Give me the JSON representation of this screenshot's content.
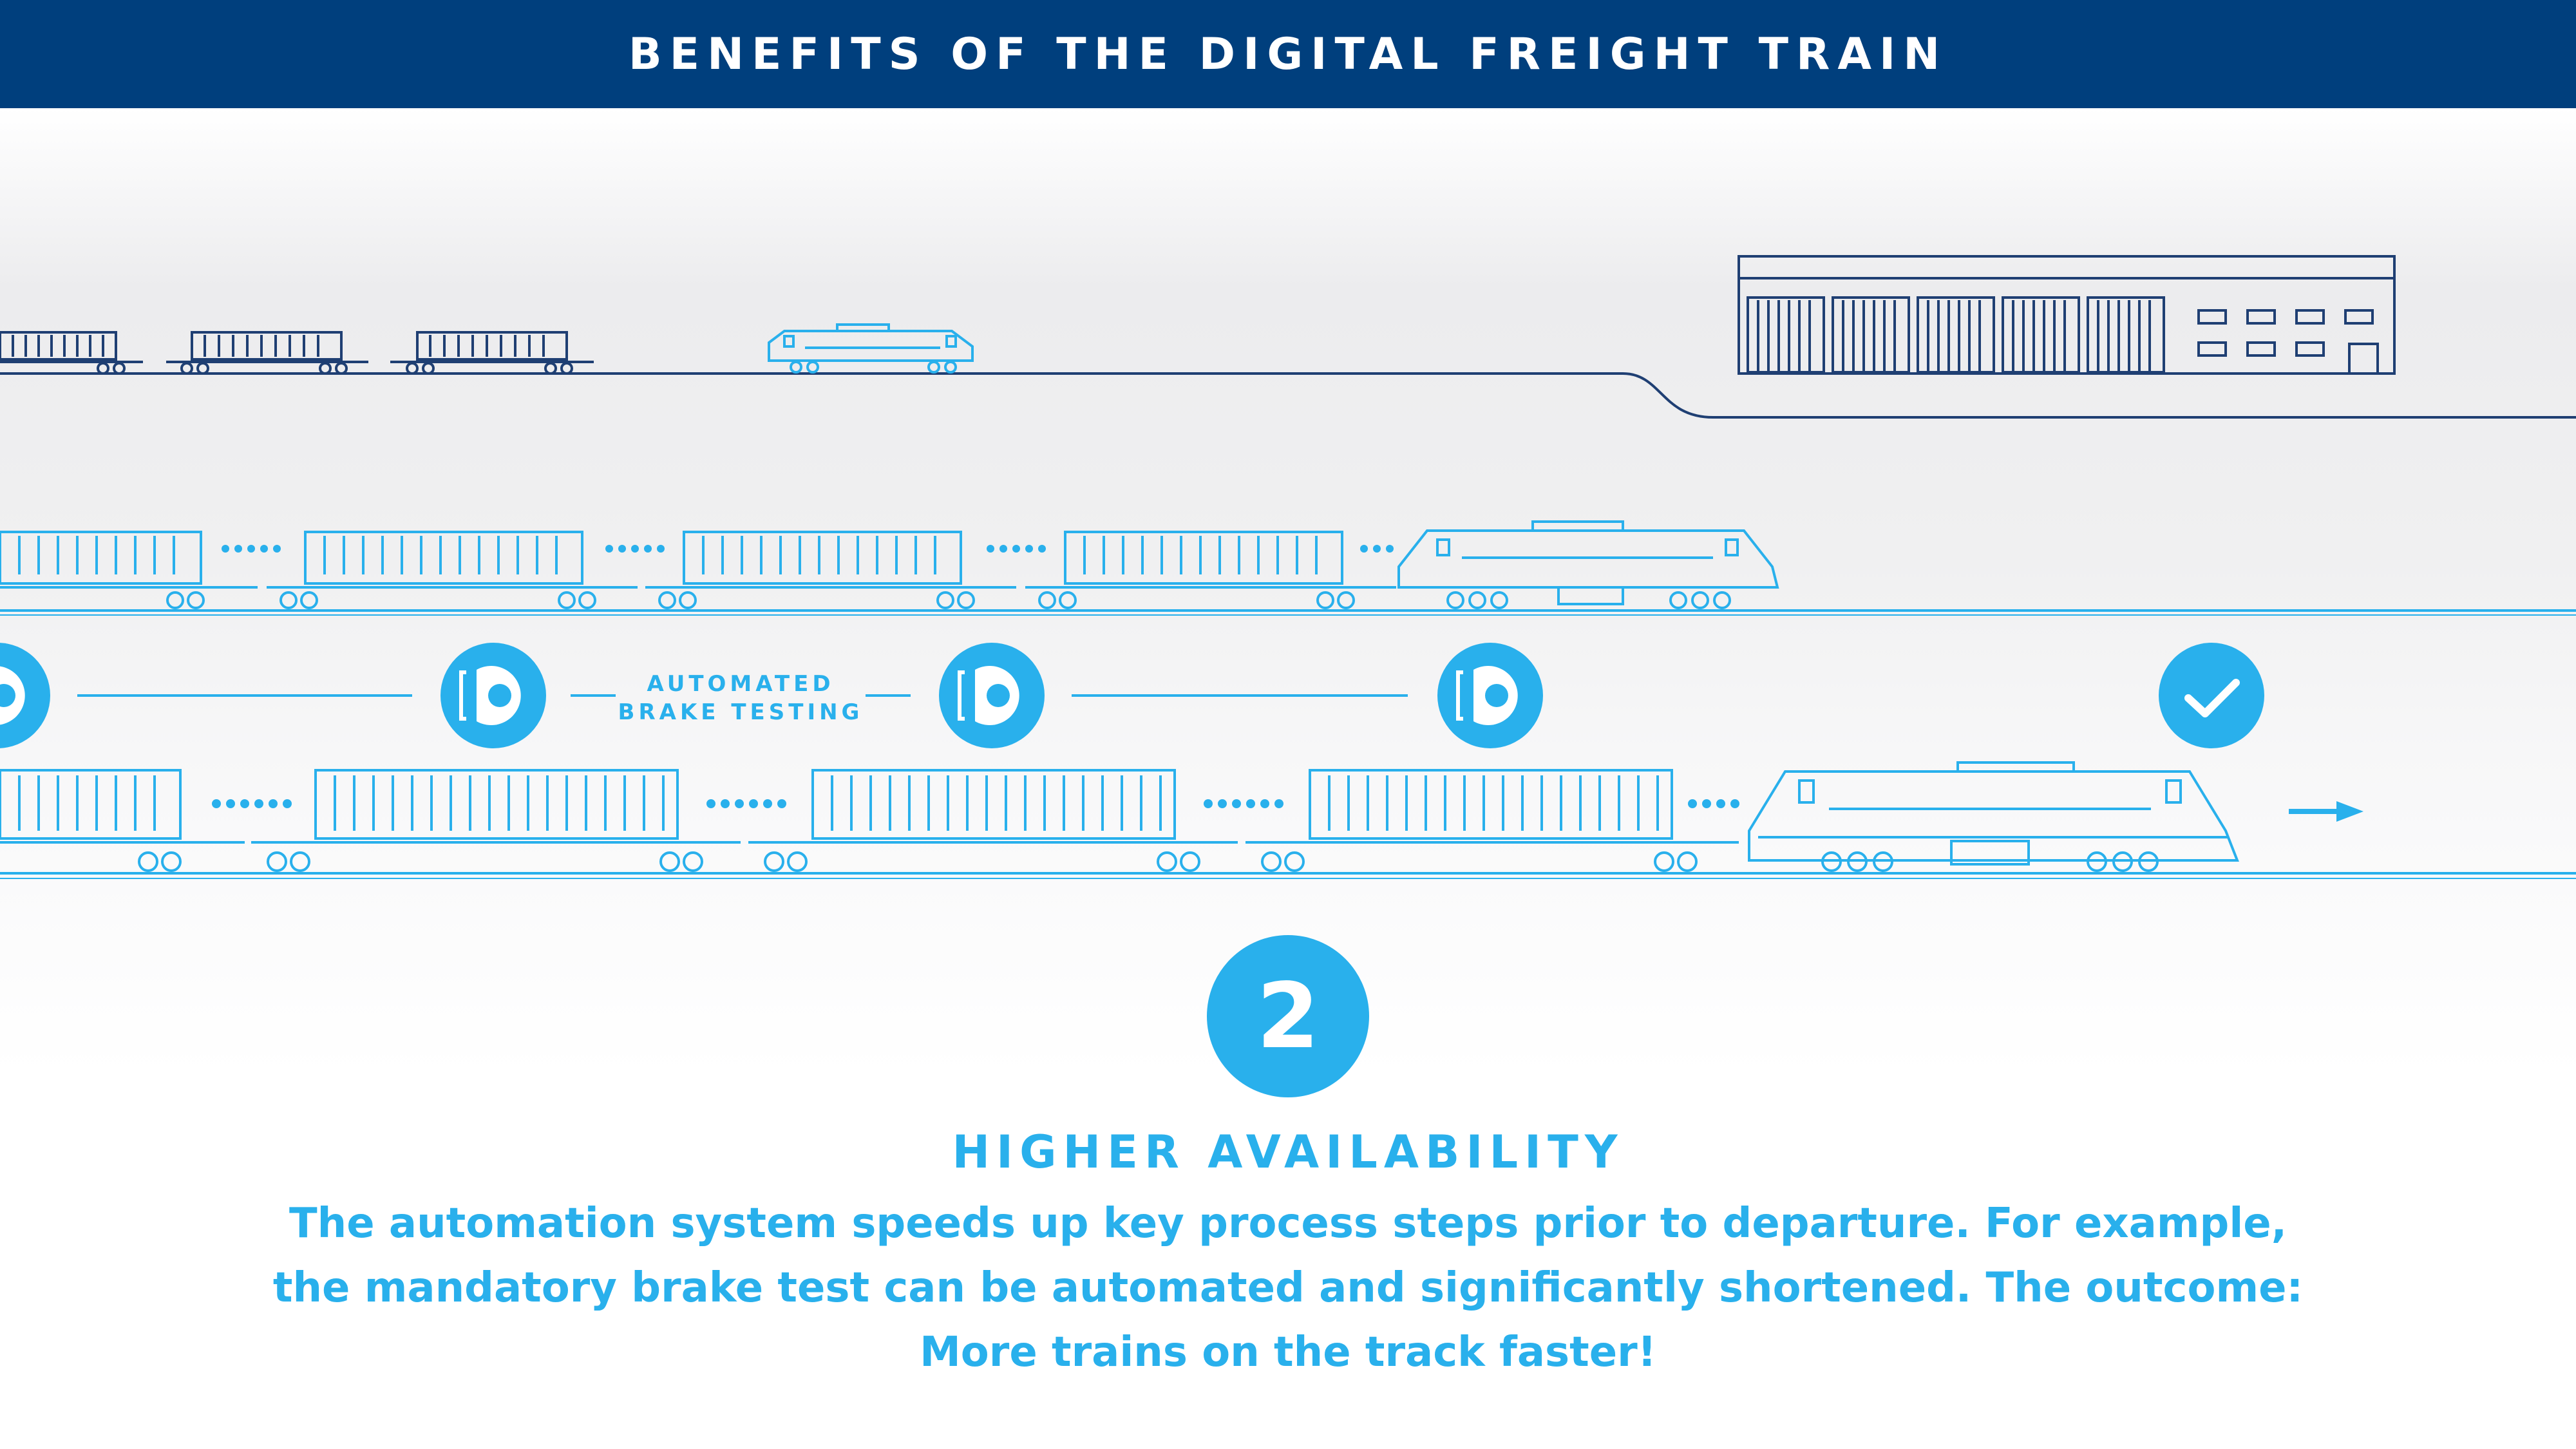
{
  "header": {
    "title": "BENEFITS OF THE DIGITAL FREIGHT TRAIN"
  },
  "diagram": {
    "brake_label_line1": "AUTOMATED",
    "brake_label_line2": "BRAKE TESTING",
    "brake_icon": "brake-disc-icon",
    "done_icon": "checkmark-icon",
    "direction_icon": "arrow-right-icon"
  },
  "step": {
    "number": "2",
    "title": "HIGHER AVAILABILITY",
    "lines": [
      "The automation system speeds up key process steps prior to departure. For example,",
      "the mandatory brake test can be automated and significantly shortened. The outcome:",
      "More trains on the track faster!"
    ]
  },
  "colors": {
    "header_bg": "#003f7d",
    "accent": "#29b0ec",
    "navy_line": "#1f3f73"
  }
}
